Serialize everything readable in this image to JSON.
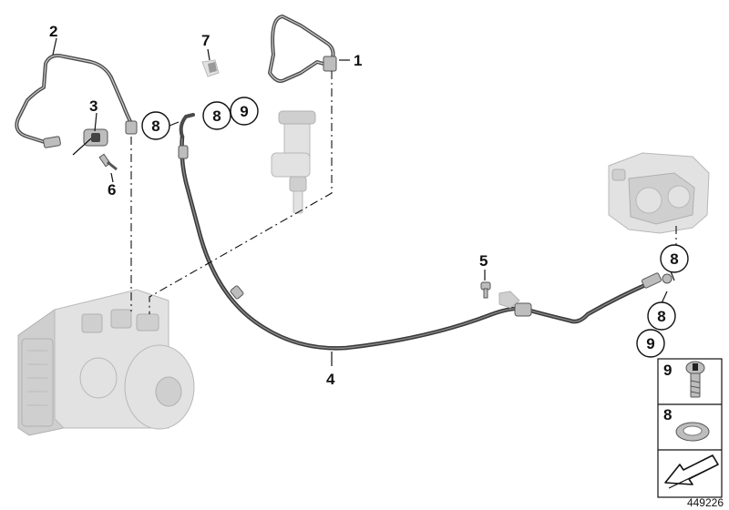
{
  "callouts": {
    "c1": "1",
    "c2": "2",
    "c3": "3",
    "c4": "4",
    "c5": "5",
    "c6": "6",
    "c7": "7",
    "c8a": "8",
    "c8b": "8",
    "c8c": "8",
    "c8d": "8",
    "c9a": "9",
    "c9b": "9"
  },
  "legend": {
    "item9": "9",
    "item8": "8"
  },
  "diagram_number": "449226"
}
